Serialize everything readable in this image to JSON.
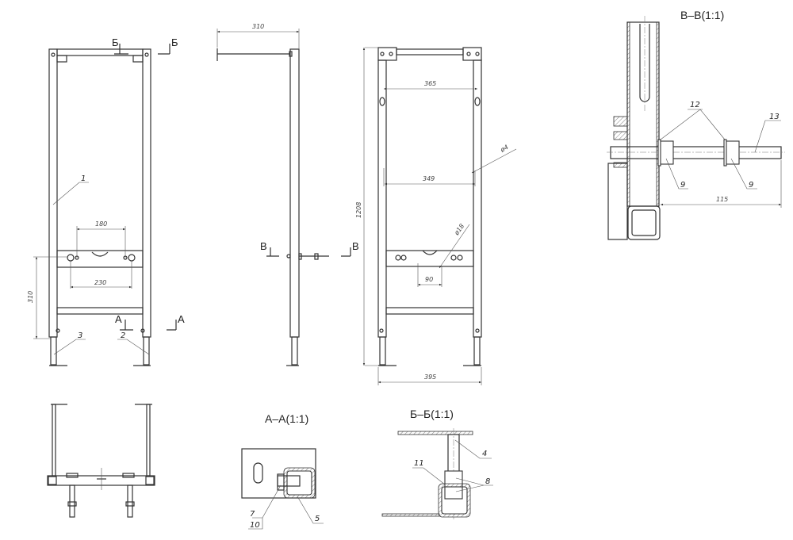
{
  "front_view": {
    "dim_180": "180",
    "dim_230": "230",
    "dim_310": "310",
    "part_1": "1",
    "part_2": "2",
    "part_3": "3",
    "section_b": "Б",
    "section_a": "А"
  },
  "side_view": {
    "dim_310": "310",
    "section_v": "В"
  },
  "rear_view": {
    "dim_1208": "1208",
    "dim_365": "365",
    "dim_349": "349",
    "dim_90": "90",
    "dim_395": "395",
    "dim_d4": "ø4",
    "dim_d18": "ø18"
  },
  "section_vv": {
    "title": "В–В(1:1)",
    "part_12": "12",
    "part_13": "13",
    "part_9a": "9",
    "part_9b": "9",
    "dim_115": "115"
  },
  "section_aa": {
    "title": "А–А(1:1)",
    "part_7": "7",
    "part_10": "10",
    "part_5": "5"
  },
  "section_bb": {
    "title": "Б–Б(1:1)",
    "part_4": "4",
    "part_11": "11",
    "part_8": "8"
  }
}
